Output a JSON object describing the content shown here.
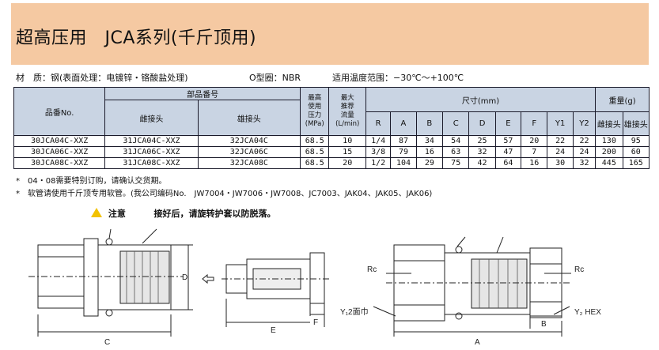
{
  "title": "超高压用　JCA系列(千斤顶用)",
  "spec": {
    "material": "材　质：钢(表面处理：电镀锌・铬酸盐处理)",
    "oring": "O型圈：NBR",
    "temperature": "适用温度范围：−30℃～+100℃"
  },
  "table": {
    "h_model": "品番No.",
    "h_part_no": "部品番号",
    "h_female": "雌接头",
    "h_male": "雄接头",
    "h_pressure": [
      "最高",
      "使用",
      "压力",
      "(MPa)"
    ],
    "h_flow": [
      "最大",
      "推荐",
      "流量",
      "(L/min)"
    ],
    "h_dims": "尺寸(mm)",
    "h_weight": "重量(g)",
    "dim_cols": [
      "R",
      "A",
      "B",
      "C",
      "D",
      "E",
      "F",
      "Y1",
      "Y2"
    ],
    "weight_cols": [
      "雌接头",
      "雄接头"
    ],
    "rows": [
      [
        "30JCA04C-XXZ",
        "31JCA04C-XXZ",
        "32JCA04C",
        "68.5",
        "10",
        "1/4",
        "87",
        "34",
        "54",
        "25",
        "57",
        "20",
        "22",
        "22",
        "130",
        "95"
      ],
      [
        "30JCA06C-XXZ",
        "31JCA06C-XXZ",
        "32JCA06C",
        "68.5",
        "15",
        "3/8",
        "79",
        "16",
        "63",
        "32",
        "47",
        "7",
        "24",
        "24",
        "200",
        "60"
      ],
      [
        "30JCA08C-XXZ",
        "31JCA08C-XXZ",
        "32JCA08C",
        "68.5",
        "20",
        "1/2",
        "104",
        "29",
        "75",
        "42",
        "64",
        "16",
        "30",
        "32",
        "445",
        "165"
      ]
    ]
  },
  "notes": [
    "*　04・08需要特别订购，请确认交货期。",
    "*　软管请使用千斤顶专用软管。(我公司编码No.　JW7004・JW7006・JW7008、JC7003、JAK04、JAK05、JAK06)"
  ],
  "caution": {
    "label": "注意",
    "text": "接好后，请旋转护套以防脱落。"
  },
  "drawing_labels": {
    "c": "C",
    "d": "D",
    "e": "E",
    "f": "F",
    "a": "A",
    "b": "B",
    "rc_left": "Rc",
    "rc_right": "Rc",
    "y1": "Y₁2面巾",
    "y2": "Y₂ HEX"
  },
  "colors": {
    "banner": "#f5c9a2",
    "table_header": "#c9d4e3",
    "warning": "#f2c200"
  }
}
